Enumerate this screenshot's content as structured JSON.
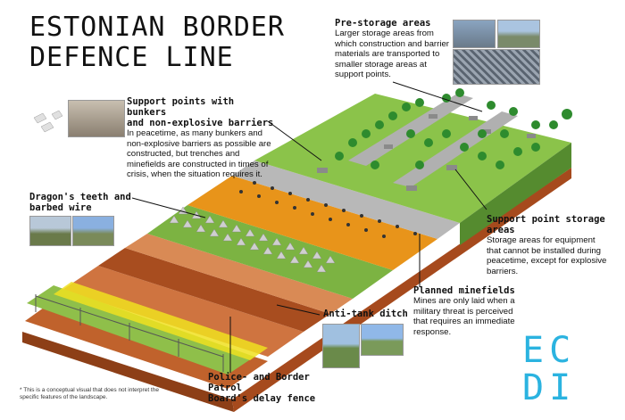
{
  "title": {
    "line1": "ESTONIAN BORDER",
    "line2": "DEFENCE LINE"
  },
  "callouts": {
    "pre_storage": {
      "heading": "Pre-storage areas",
      "body": "Larger storage areas from which construction and barrier materials are transported to smaller storage areas at support points."
    },
    "support_points": {
      "heading_1": "Support points with bunkers",
      "heading_2": "and non-explosive barriers",
      "body": "In peacetime, as many bunkers and non-explosive barriers as possible are constructed, but trenches and minefields are constructed in times of crisis, when the situation requires it."
    },
    "dragons_teeth": {
      "heading_1": "Dragon's teeth and",
      "heading_2": "barbed wire"
    },
    "storage_areas": {
      "heading_1": "Support point storage",
      "heading_2": "areas",
      "body": "Storage areas for equipment that cannot be installed during peacetime, except for explosive barriers."
    },
    "minefields": {
      "heading": "Planned minefields",
      "body": "Mines are only laid when a military threat is perceived that requires an immediate response."
    },
    "anti_tank": {
      "heading": "Anti-tank ditch"
    },
    "delay_fence": {
      "heading_1": "Police- and Border Patrol",
      "heading_2": "Board's delay fence"
    }
  },
  "logo": {
    "line1": "EC",
    "line2": "DI"
  },
  "footnote": "* This is a conceptual visual that does not interpret the specific features of the landscape.",
  "colors": {
    "grass": "#7cb342",
    "grass_dark": "#558b2f",
    "soil": "#c0622c",
    "soil_dark": "#8d3f17",
    "minefield": "#e8941a",
    "road": "#b8b8b8",
    "fence": "#f0e020",
    "accent": "#2bb3e0"
  }
}
